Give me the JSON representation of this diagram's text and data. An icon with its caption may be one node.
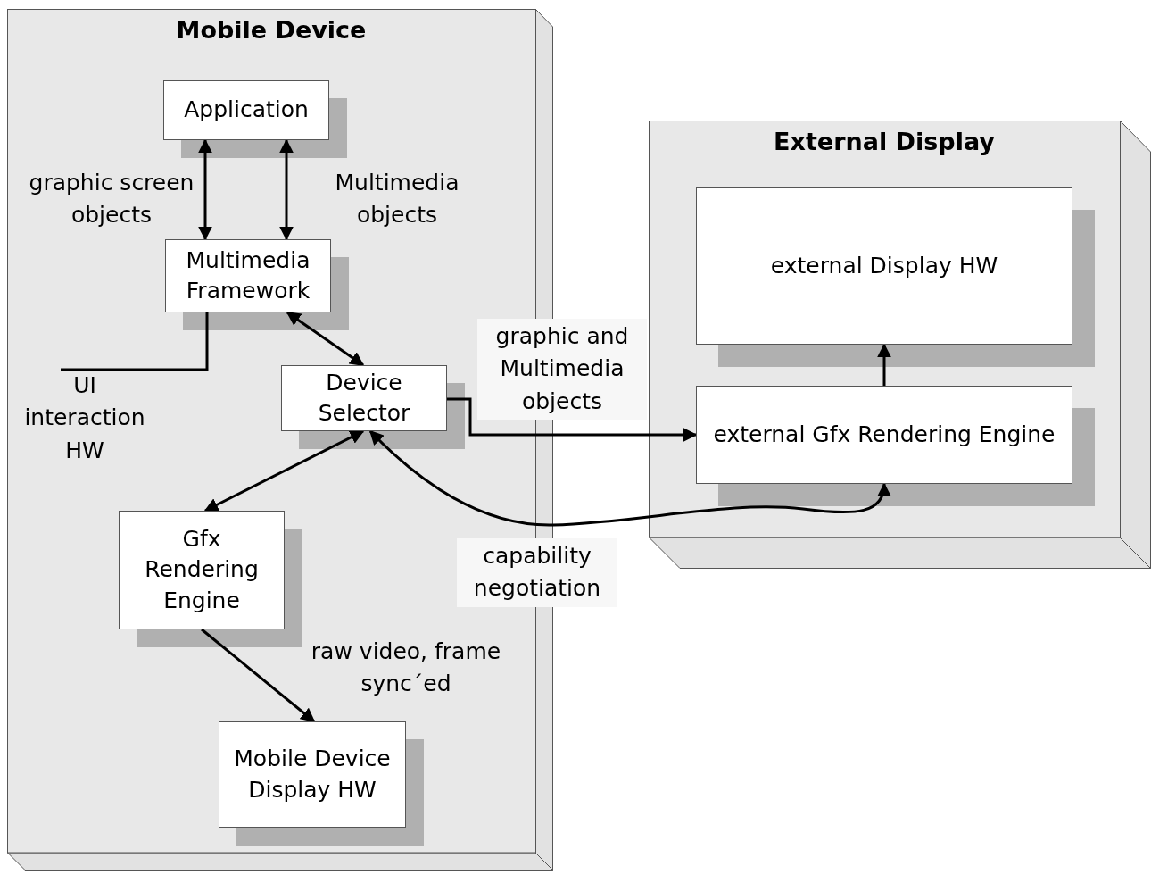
{
  "diagram": {
    "nodes": [
      {
        "text": [
          "Mobile Device"
        ]
      },
      {
        "text": [
          "Application"
        ],
        "in": 0
      },
      {
        "text": [
          "Multimedia Framework"
        ],
        "in": 0
      },
      {
        "text": [
          "Device Selector"
        ],
        "in": 0
      },
      {
        "text": [
          "Gfx Rendering Engine"
        ],
        "in": 0
      },
      {
        "text": [
          "Mobile Device Display HW"
        ],
        "in": 0
      },
      {
        "text": [
          "UI interaction HW"
        ],
        "in": 0
      },
      {
        "text": [
          "External Display"
        ]
      },
      {
        "text": [
          "external Display HW"
        ],
        "in": 7
      },
      {
        "text": [
          "external Gfx Rendering Engine"
        ],
        "in": 7
      }
    ],
    "edges": [
      {
        "from": 1,
        "to": 2,
        "arrow": "both",
        "label": "graphic screen objects"
      },
      {
        "from": 1,
        "to": 2,
        "arrow": "both",
        "label": "Multimedia objects"
      },
      {
        "from": 2,
        "to": 3,
        "arrow": "both"
      },
      {
        "from": 2,
        "to": 6,
        "arrow": "none"
      },
      {
        "from": 3,
        "to": 9,
        "arrow": "to",
        "label": "graphic and Multimedia objects"
      },
      {
        "from": 9,
        "to": 8,
        "arrow": "to"
      },
      {
        "from": 3,
        "to": 4,
        "arrow": "both"
      },
      {
        "from": 3,
        "to": 9,
        "arrow": "both",
        "label": "capability negotiation"
      },
      {
        "from": 4,
        "to": 5,
        "arrow": "to",
        "label": "raw video, frame sync´ed"
      }
    ]
  }
}
